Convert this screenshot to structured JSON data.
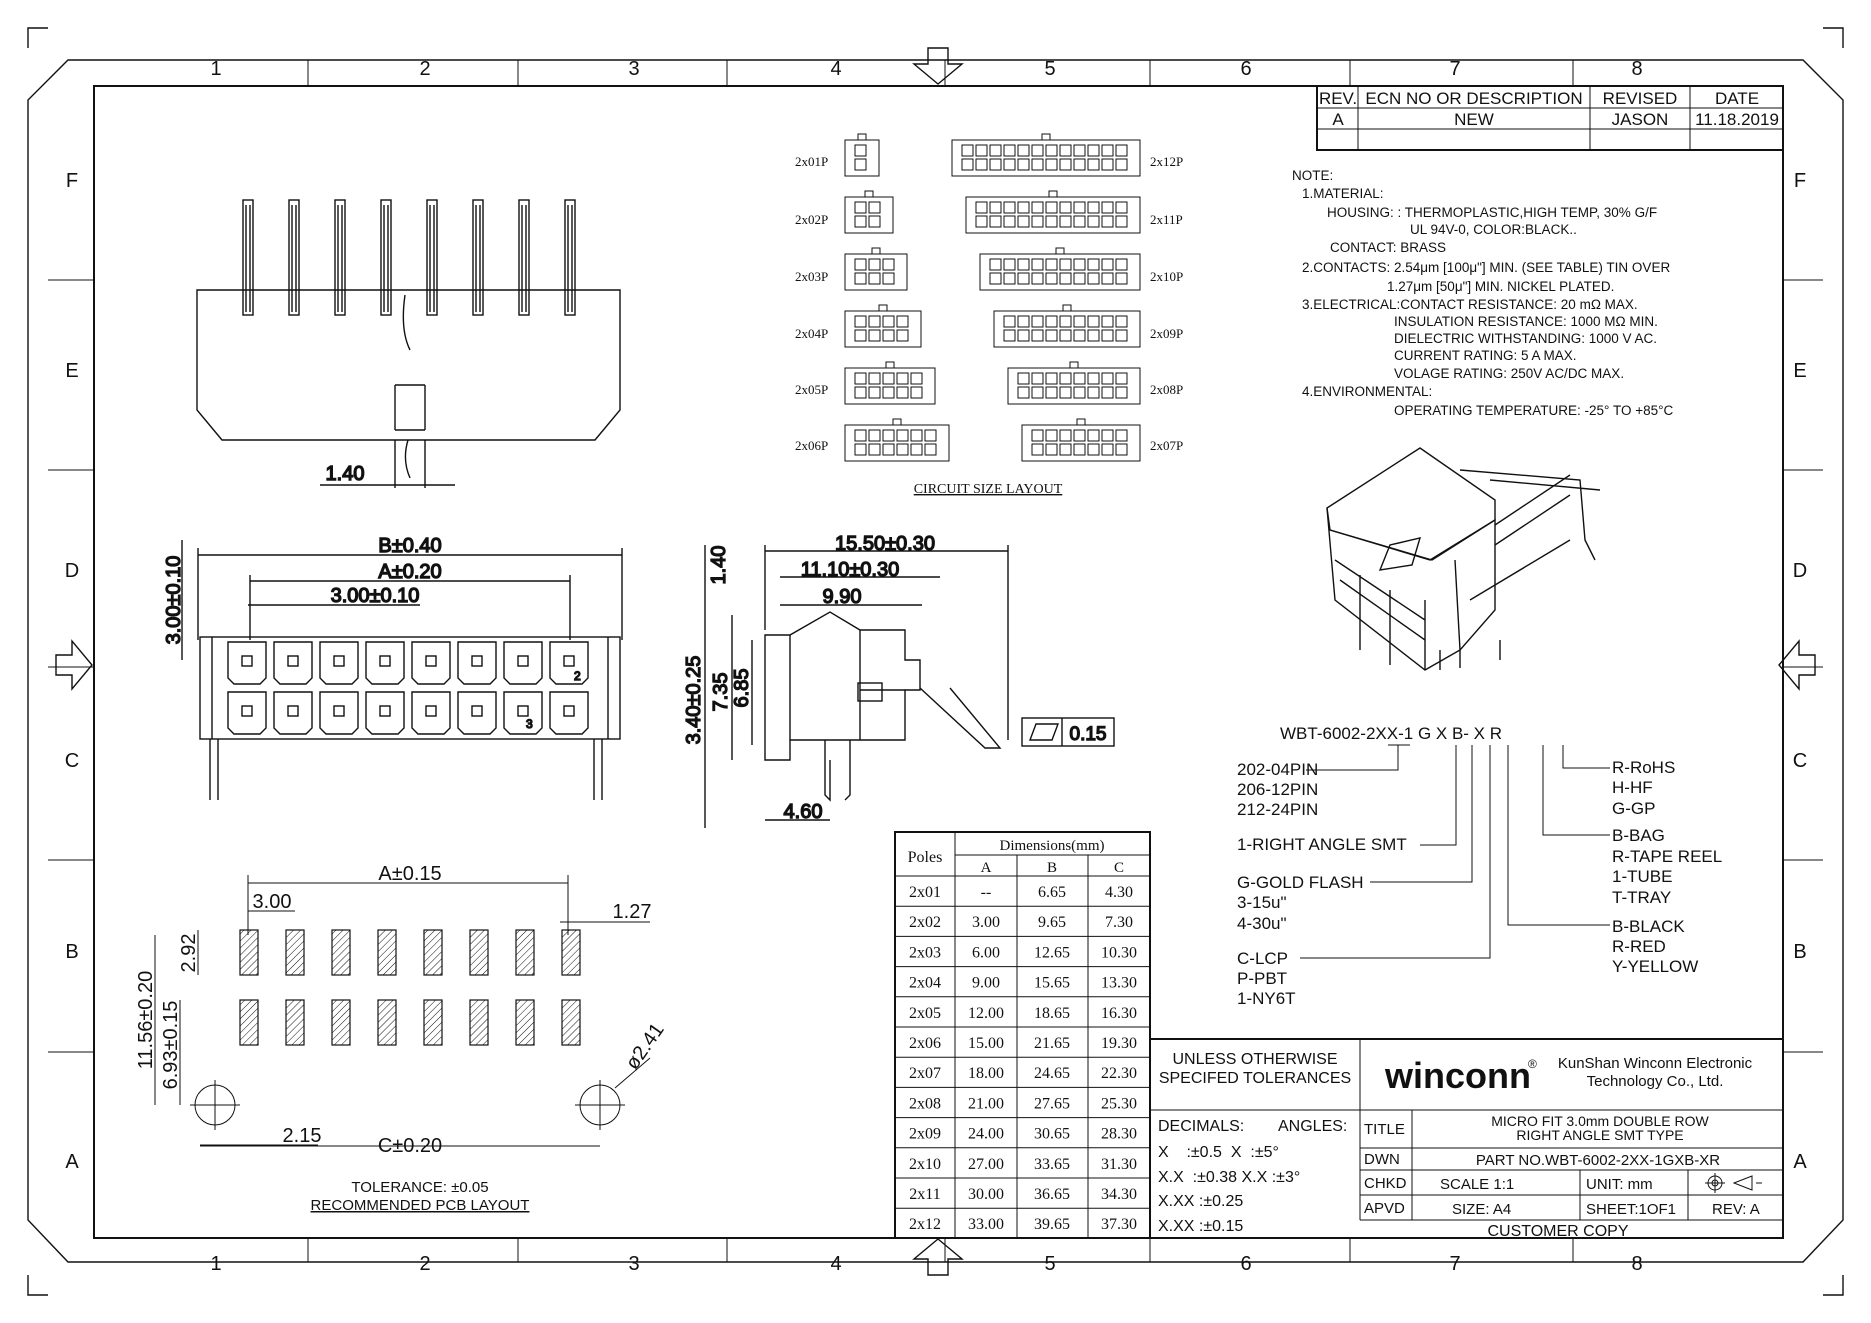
{
  "frame": {
    "columns": [
      "1",
      "2",
      "3",
      "4",
      "5",
      "6",
      "7",
      "8"
    ],
    "rows": [
      "F",
      "E",
      "D",
      "C",
      "B",
      "A"
    ]
  },
  "revision": {
    "headers": [
      "REV.",
      "ECN NO OR DESCRIPTION",
      "REVISED",
      "DATE"
    ],
    "rows": [
      [
        "A",
        "NEW",
        "JASON",
        "11.18.2019"
      ]
    ]
  },
  "notes": [
    "NOTE:",
    "1.MATERIAL:",
    "HOUSING: : THERMOPLASTIC,HIGH TEMP, 30% G/F",
    "UL 94V-0, COLOR:BLACK..",
    "CONTACT: BRASS",
    "2.CONTACTS: 2.54μm [100μ\"] MIN. (SEE TABLE) TIN OVER",
    "1.27μm [50μ\"] MIN. NICKEL PLATED.",
    "3.ELECTRICAL:CONTACT RESISTANCE: 20 mΩ MAX.",
    "INSULATION RESISTANCE: 1000 MΩ MIN.",
    "DIELECTRIC WITHSTANDING: 1000 V AC.",
    "CURRENT RATING: 5 A MAX.",
    "VOLAGE RATING: 250V AC/DC MAX.",
    "4.ENVIRONMENTAL:",
    "OPERATING TEMPERATURE: -25° TO +85°C"
  ],
  "circuit_layout": {
    "title": "CIRCUIT SIZE LAYOUT",
    "left": [
      "2x01P",
      "2x02P",
      "2x03P",
      "2x04P",
      "2x05P",
      "2x06P"
    ],
    "right": [
      "2x12P",
      "2x11P",
      "2x10P",
      "2x09P",
      "2x08P",
      "2x07P"
    ]
  },
  "dims": {
    "top_pitch": "1.40",
    "b": "B±0.40",
    "a": "A±0.20",
    "pitch": "3.00±0.10",
    "height": "3.00±0.10",
    "pin2": "2",
    "pin3": "3",
    "d1": "15.50±0.30",
    "d2": "11.10±0.30",
    "d3": "9.90",
    "v1": "1.40",
    "v2": "3.40±0.25",
    "v3": "7.35",
    "v4": "6.85",
    "bottom": "4.60",
    "flatness": "0.15",
    "pcb_a": "A±0.15",
    "pcb_pitch": "3.00",
    "pcb_w": "1.27",
    "pcb_h": "2.92",
    "pcb_v1": "11.56±0.20",
    "pcb_v2": "6.93±0.15",
    "pcb_hole": "ø2.41",
    "pcb_x": "2.15",
    "pcb_c": "C±0.20",
    "tolerance": "TOLERANCE: ±0.05",
    "pcb_title": "RECOMMENDED PCB LAYOUT"
  },
  "part_number": {
    "code": "WBT-6002-2XX-1 G X B- X R",
    "pins": [
      "202-04PIN",
      "206-12PIN",
      "212-24PIN"
    ],
    "angle": "1-RIGHT ANGLE SMT",
    "plating": [
      "G-GOLD FLASH",
      "3-15u\"",
      "4-30u\""
    ],
    "material": [
      "C-LCP",
      "P-PBT",
      "1-NY6T"
    ],
    "rohs": [
      "R-RoHS",
      "H-HF",
      "G-GP"
    ],
    "packing": [
      "B-BAG",
      "R-TAPE REEL",
      "1-TUBE",
      "T-TRAY"
    ],
    "color": [
      "B-BLACK",
      "R-RED",
      "Y-YELLOW"
    ]
  },
  "dim_table": {
    "headers": [
      "Poles",
      "Dimensions(mm)",
      "A",
      "B",
      "C"
    ],
    "rows": [
      [
        "2x01",
        "--",
        "6.65",
        "4.30"
      ],
      [
        "2x02",
        "3.00",
        "9.65",
        "7.30"
      ],
      [
        "2x03",
        "6.00",
        "12.65",
        "10.30"
      ],
      [
        "2x04",
        "9.00",
        "15.65",
        "13.30"
      ],
      [
        "2x05",
        "12.00",
        "18.65",
        "16.30"
      ],
      [
        "2x06",
        "15.00",
        "21.65",
        "19.30"
      ],
      [
        "2x07",
        "18.00",
        "24.65",
        "22.30"
      ],
      [
        "2x08",
        "21.00",
        "27.65",
        "25.30"
      ],
      [
        "2x09",
        "24.00",
        "30.65",
        "28.30"
      ],
      [
        "2x10",
        "27.00",
        "33.65",
        "31.30"
      ],
      [
        "2x11",
        "30.00",
        "36.65",
        "34.30"
      ],
      [
        "2x12",
        "33.00",
        "39.65",
        "37.30"
      ]
    ]
  },
  "title_block": {
    "tolerance_heading": [
      "UNLESS OTHERWISE",
      "SPECIFED TOLERANCES"
    ],
    "decimals": "DECIMALS:",
    "angles": "ANGLES:",
    "tol_lines": [
      "X    :±0.5  X  :±5°",
      "X.X  :±0.38 X.X :±3°",
      "X.XX :±0.25",
      "X.XX :±0.15"
    ],
    "logo": "winconn",
    "reg": "®",
    "company": [
      "KunShan Winconn Electronic",
      "Technology Co., Ltd."
    ],
    "labels": [
      "TITLE",
      "DWN",
      "CHKD",
      "APVD"
    ],
    "title": [
      "MICRO FIT 3.0mm DOUBLE ROW",
      "RIGHT ANGLE SMT TYPE"
    ],
    "part_no": "PART NO.WBT-6002-2XX-1GXB-XR",
    "scale": "SCALE 1:1",
    "unit": "UNIT: mm",
    "size": "SIZE: A4",
    "sheet": "SHEET:1OF1",
    "rev": "REV: A",
    "copy": "CUSTOMER COPY"
  }
}
